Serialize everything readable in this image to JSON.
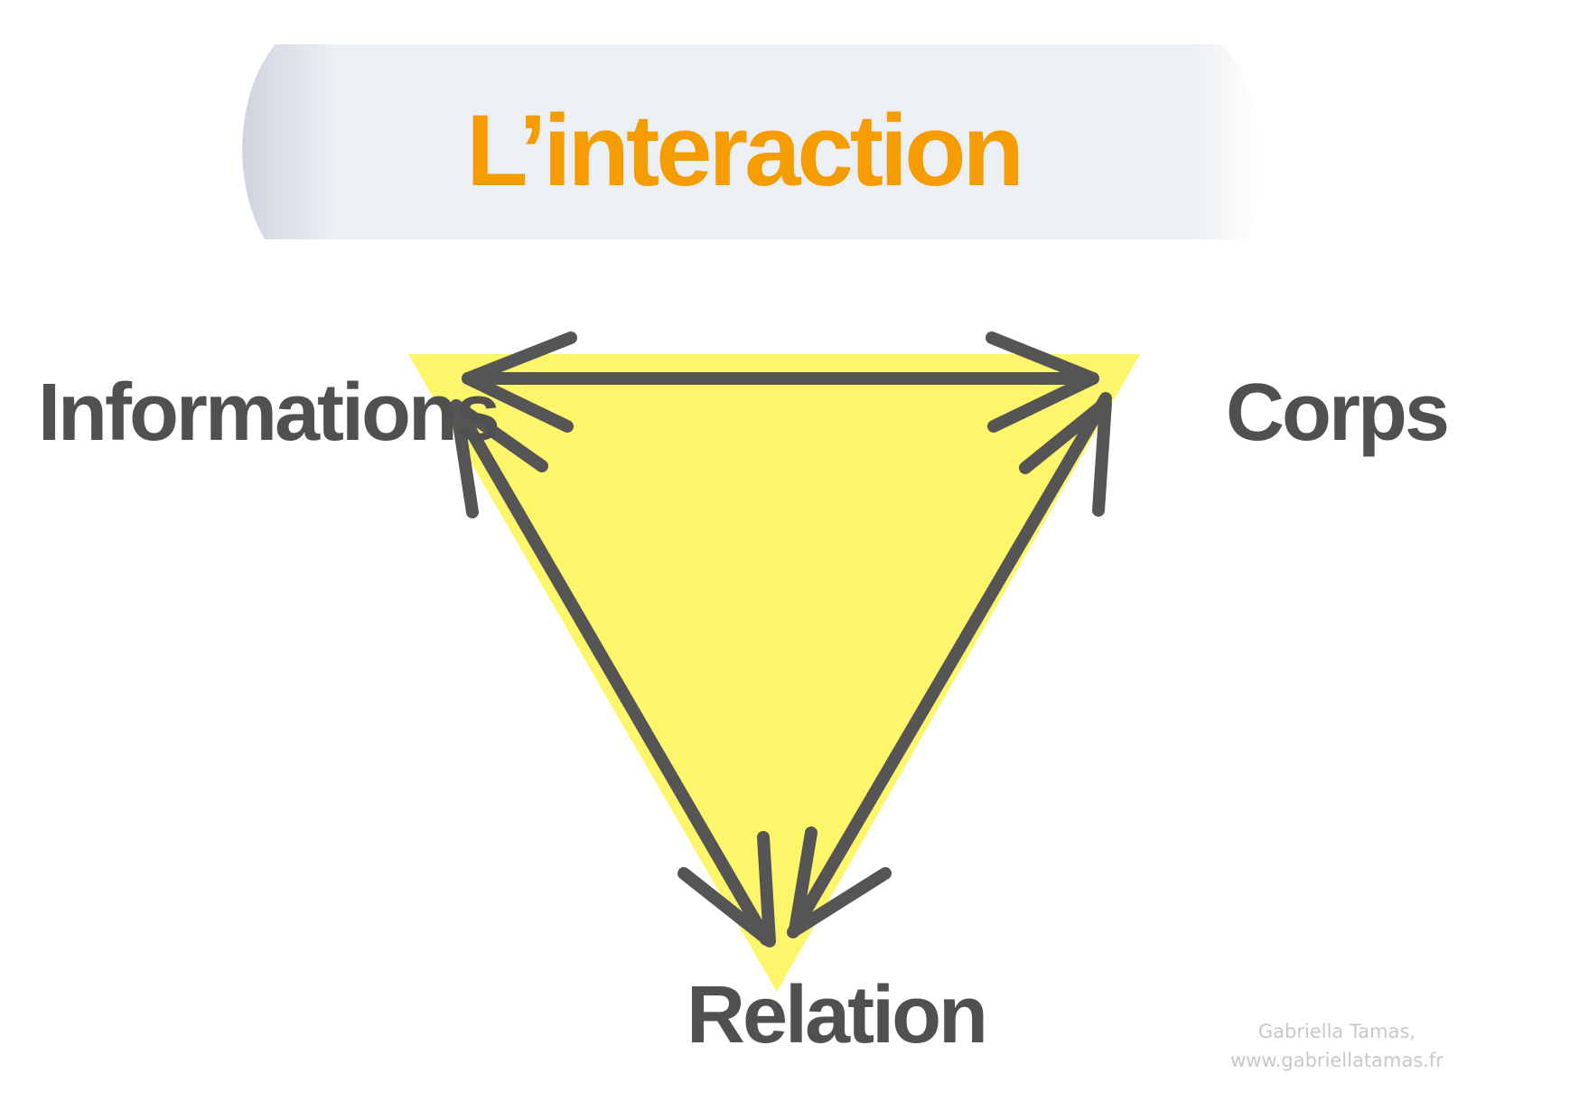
{
  "title": "L’interaction",
  "nodes": {
    "top_left": "Informations",
    "top_right": "Corps",
    "bottom": "Relation"
  },
  "credit": {
    "line1": "Gabriella Tamas,",
    "line2": "www.gabriellatamas.fr"
  },
  "edges": [
    {
      "from": "Informations",
      "to": "Corps",
      "direction": "both"
    },
    {
      "from": "Informations",
      "to": "Relation",
      "direction": "both"
    },
    {
      "from": "Corps",
      "to": "Relation",
      "direction": "both"
    }
  ],
  "colors": {
    "title": "#f59c00",
    "banner": "#eceff3",
    "banner_shade": "#cfd3de",
    "triangle": "#fdf66b",
    "arrow": "#555555",
    "label": "#505050",
    "credit": "#c8c8c8"
  }
}
